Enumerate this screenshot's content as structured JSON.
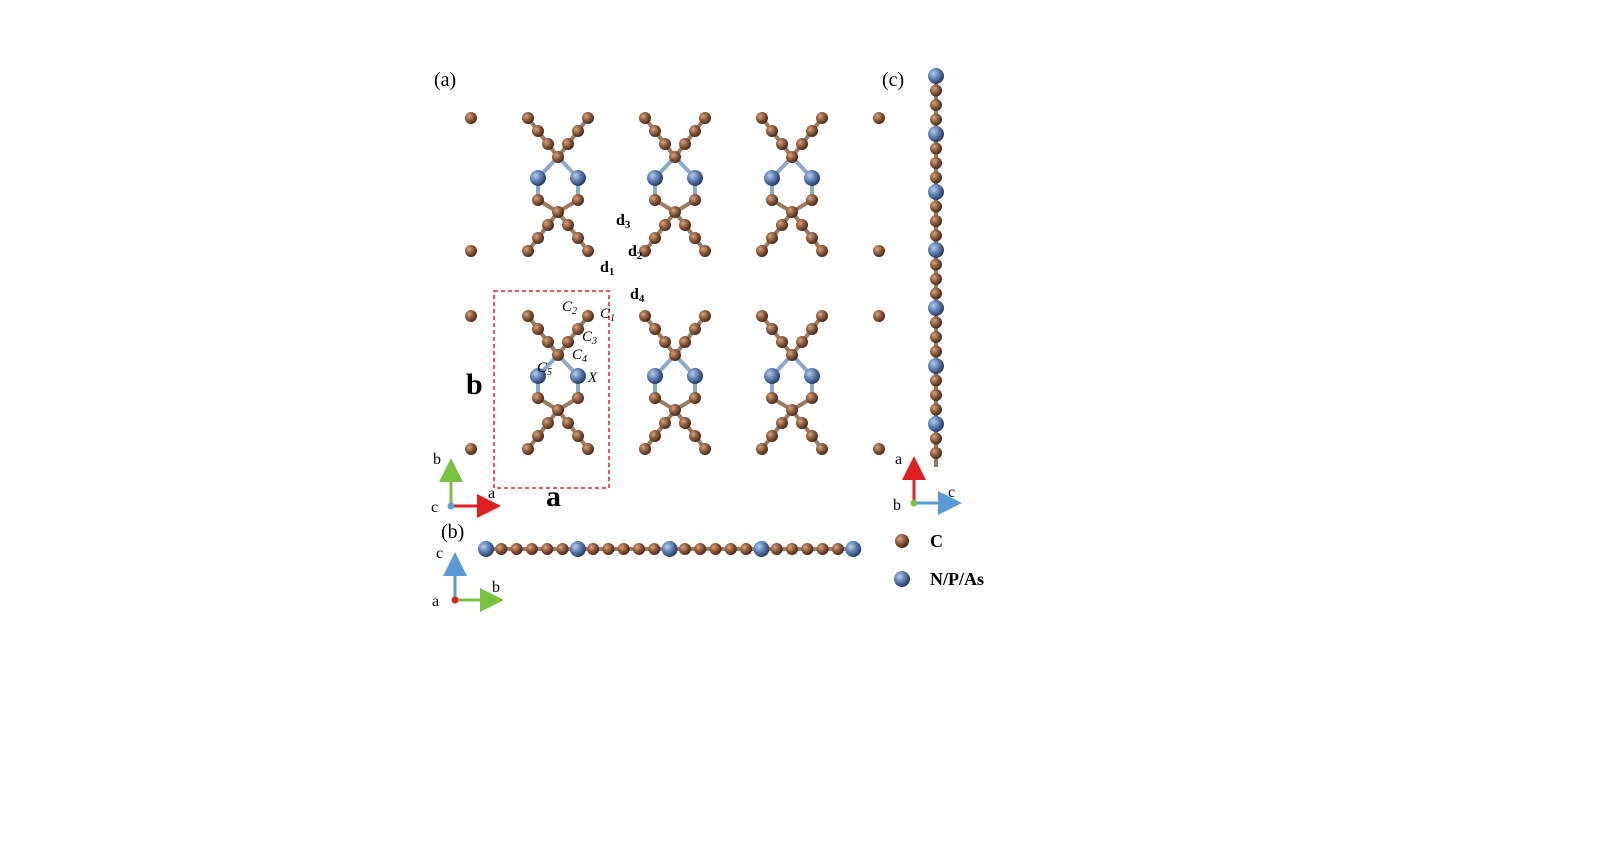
{
  "panels": {
    "a_label": "(a)",
    "b_label": "(b)",
    "c_label": "(c)"
  },
  "lattice": {
    "a": "a",
    "b": "b"
  },
  "bonds": {
    "d1": "d",
    "d1_sub": "1",
    "d2": "d",
    "d2_sub": "2",
    "d3": "d",
    "d3_sub": "3",
    "d4": "d",
    "d4_sub": "4"
  },
  "sites": {
    "c1": "C",
    "c1_sub": "1",
    "c2": "C",
    "c2_sub": "2",
    "c3": "C",
    "c3_sub": "3",
    "c4": "C",
    "c4_sub": "4",
    "c5": "C",
    "c5_sub": "5",
    "x": "X"
  },
  "axes": {
    "panel_a": {
      "vertical": "b",
      "horizontal": "a",
      "origin": "c"
    },
    "panel_b": {
      "vertical": "c",
      "horizontal": "b",
      "origin": "a"
    },
    "panel_c": {
      "vertical": "a",
      "horizontal": "c",
      "origin": "b"
    }
  },
  "legend": {
    "carbon": "C",
    "heteroatom": "N/P/As"
  },
  "colors": {
    "carbon": "#8b5a3c",
    "heteroatom": "#5a7bb0",
    "axis_a": "#e02020",
    "axis_b": "#7cc242",
    "axis_c": "#5b9bd5",
    "unit_cell": "#e02020"
  }
}
